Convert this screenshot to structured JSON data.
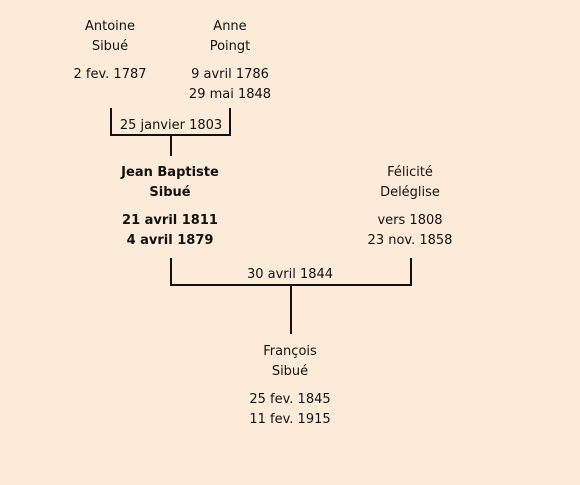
{
  "people": {
    "antoine": {
      "first": "Antoine",
      "last": "Sibué",
      "birth": "2 fev. 1787",
      "death": ""
    },
    "anne": {
      "first": "Anne",
      "last": "Poingt",
      "birth": "9 avril 1786",
      "death": "29 mai 1848"
    },
    "jean": {
      "first": "Jean Baptiste",
      "last": "Sibué",
      "birth": "21 avril 1811",
      "death": "4 avril 1879"
    },
    "felicite": {
      "first": "Félicité",
      "last": "Deléglise",
      "birth": "vers 1808",
      "death": "23 nov. 1858"
    },
    "francois": {
      "first": "François",
      "last": "Sibué",
      "birth": "25 fev. 1845",
      "death": "11 fev. 1915"
    }
  },
  "marriages": {
    "m1": "25 janvier 1803",
    "m2": "30 avril 1844"
  }
}
